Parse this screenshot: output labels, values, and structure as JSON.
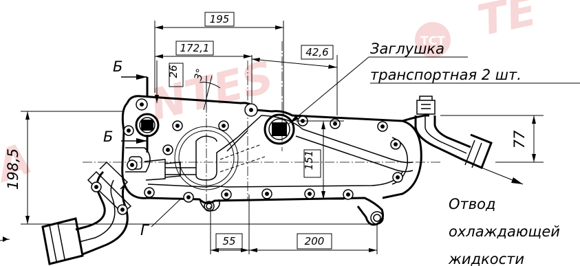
{
  "watermark": {
    "logo_text": "TCT",
    "brand_text_right": "TE",
    "brand_text_mid": "NTES",
    "brand_text_left": "A",
    "color": "#d94b4b"
  },
  "dimensions": {
    "d195": "195",
    "d172_1": "172,1",
    "d42_6": "42,6",
    "d26": "26",
    "d3deg": "3°",
    "d198_5": "198,5",
    "d151": "151",
    "d77": "77",
    "d55": "55",
    "d200": "200"
  },
  "section_labels": {
    "b_top": "Б",
    "b_left": "Б",
    "g": "Г"
  },
  "annotations": {
    "plug_line1": "Заглушка",
    "plug_line2": "транспортная 2 шт.",
    "outlet_line1": "Отвод",
    "outlet_line2": "охлаждающей",
    "outlet_line3": "жидкости"
  }
}
